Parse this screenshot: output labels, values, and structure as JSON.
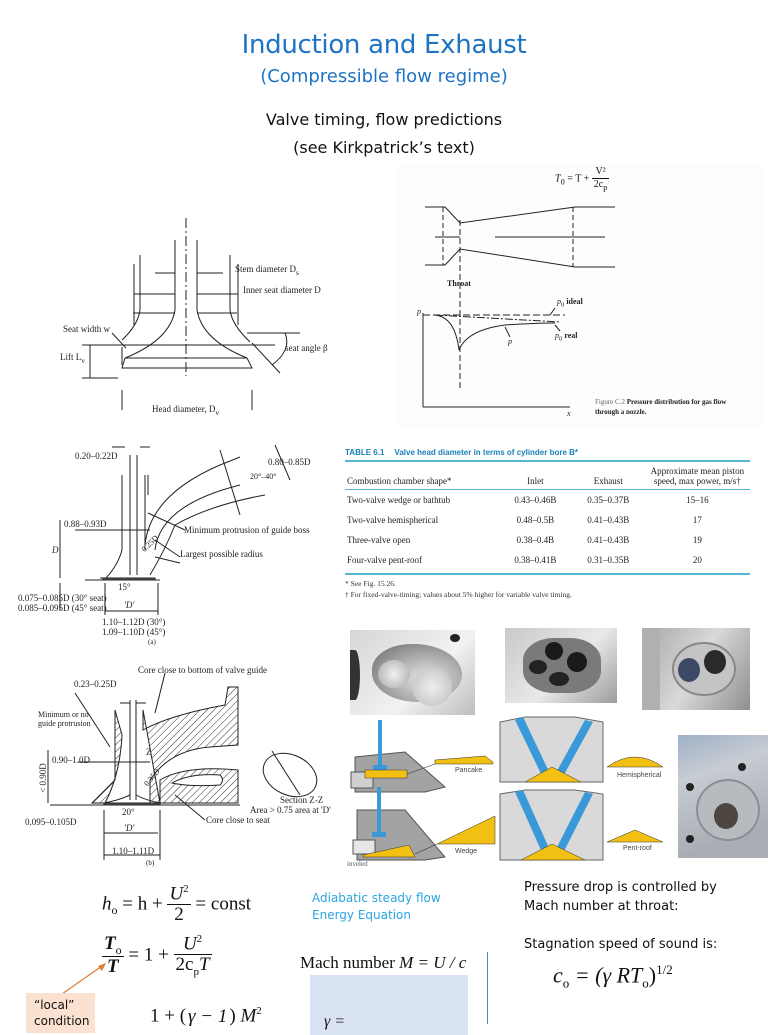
{
  "header": {
    "title": "Induction and Exhaust",
    "subtitle": "(Compressible flow regime)",
    "line1": "Valve timing, flow predictions",
    "line2": "(see Kirkpatrick’s text)"
  },
  "valve_diagram": {
    "labels": {
      "stem": "Stem diameter D",
      "stem_sub": "s",
      "inner_seat": "Inner seat diameter D",
      "seat_width": "Seat width w",
      "lift": "Lift L",
      "lift_sub": "v",
      "seat_angle": "seat angle β",
      "head": "Head diameter, D",
      "head_sub": "v"
    }
  },
  "nozzle_figure": {
    "equation": {
      "lhs": "T",
      "lhs_sub": "0",
      "mid": " = T + ",
      "num": "V²",
      "den": "2c",
      "den_sub": "p"
    },
    "throat_label": "Throat",
    "p_axis": "p",
    "x_axis": "x",
    "p0_ideal": "p",
    "p0_ideal_sub": "0",
    "p0_ideal_word": "ideal",
    "p0_real": "p",
    "p0_real_sub": "0",
    "p0_real_word": "real",
    "p_curve": "p",
    "caption_num": "Figure C.2",
    "caption_line1": "Pressure distribution for gas flow",
    "caption_line2": "through a nozzle."
  },
  "port_a": {
    "labels": {
      "stem_gap": "0.20–0.22D",
      "outlet": "0.80–0.85D",
      "angle": "20°–40°",
      "throat_dim": "0.88–0.93D",
      "d_label": "D",
      "min_protrusion": "Minimum protrusion of guide boss",
      "radius": "0.25D",
      "largest_radius": "Largest possible radius",
      "angle15": "15°",
      "seat30": "0.075–0.085D (30° seat)",
      "seat45": "0.085–0.095D (45° seat)",
      "inner_d": "'D'",
      "outer30": "1.10–1.12D (30°)",
      "outer45": "1.09–1.10D (45°)",
      "caption": "(a)"
    }
  },
  "table": {
    "number": "TABLE 6.1",
    "title": "Valve head diameter in terms of cylinder bore B*",
    "columns": [
      "Combustion chamber shape*",
      "Inlet",
      "Exhaust",
      "Approximate mean piston speed, max power, m/s†"
    ],
    "rows": [
      [
        "Two-valve wedge or bathtub",
        "0.43–0.46B",
        "0.35–0.37B",
        "15–16"
      ],
      [
        "Two-valve hemispherical",
        "0.48–0.5B",
        "0.41–0.43B",
        "17"
      ],
      [
        "Three-valve open",
        "0.38–0.4B",
        "0.41–0.43B",
        "19"
      ],
      [
        "Four-valve pent-roof",
        "0.38–0.41B",
        "0.31–0.35B",
        "20"
      ]
    ],
    "footnotes": [
      "* See Fig. 15.26.",
      "† For fixed-valve-timing; values about 5% higher for variable valve timing."
    ]
  },
  "port_b": {
    "labels": {
      "core_guide": "Core close to bottom of valve guide",
      "stem_gap": "0.23–0.25D",
      "min_guide_1": "Minimum or no",
      "min_guide_2": "guide protrusion",
      "throat_dim": "0.90–1.0D",
      "height": "< 0.90D",
      "zz": "Z",
      "radius": "0.35D",
      "angle20": "20°",
      "seat": "0.095–0.105D",
      "inner_d": "'D'",
      "outer": "1.10–1.11D",
      "core_seat": "Core close to seat",
      "section_1": "Section Z-Z",
      "section_2": "Area > 0.75 area at 'D'",
      "caption": "(b)"
    }
  },
  "chambers": {
    "pancake": "Pancake",
    "wedge": "Wedge",
    "hemispherical": "Hemispherical",
    "pentroof": "Pent-roof",
    "watermark": "inveled",
    "colors": {
      "valve": "#3a9ad9",
      "chamber": "#f2c012",
      "metal": "#9a9a9a"
    }
  },
  "equations": {
    "energy": {
      "lhs": "h",
      "lhs_sub": "o",
      "mid": " = h + ",
      "num": "U",
      "num_sup": "2",
      "den": "2",
      "rhs": " = const"
    },
    "temp": {
      "num": "T",
      "num_sub": "o",
      "den": "T",
      "mid": " = 1 + ",
      "rnum": "U",
      "rnum_sup": "2",
      "rden": "2c",
      "rden_sub": "p",
      "rden_tail": "T"
    },
    "mach_partial": {
      "one": "1 + ",
      "gnum": "γ − 1",
      "tail": "M",
      "tail_sup": "2"
    },
    "energy_note_1": "Adiabatic steady flow",
    "energy_note_2": "Energy Equation",
    "mach_label": "Mach number ",
    "mach_eq": "M = U / c",
    "gamma_partial": "γ =",
    "local_1": "“local”",
    "local_2": "condition",
    "pressure_note_1": "Pressure drop is controlled by",
    "pressure_note_2": "Mach number at throat:",
    "stag_note": "Stagnation speed of sound is:",
    "c0": {
      "lhs": "c",
      "lhs_sub": "o",
      "mid": " = (γ RT",
      "mid_sub": "o",
      "close": ")",
      "sup": "1/2"
    }
  },
  "colors": {
    "title": "#1f73c4",
    "note_cyan": "#2aa6e0",
    "local_box": "#fbe1cf",
    "mach_box": "#dae3f3",
    "arrow": "#e07b39"
  }
}
